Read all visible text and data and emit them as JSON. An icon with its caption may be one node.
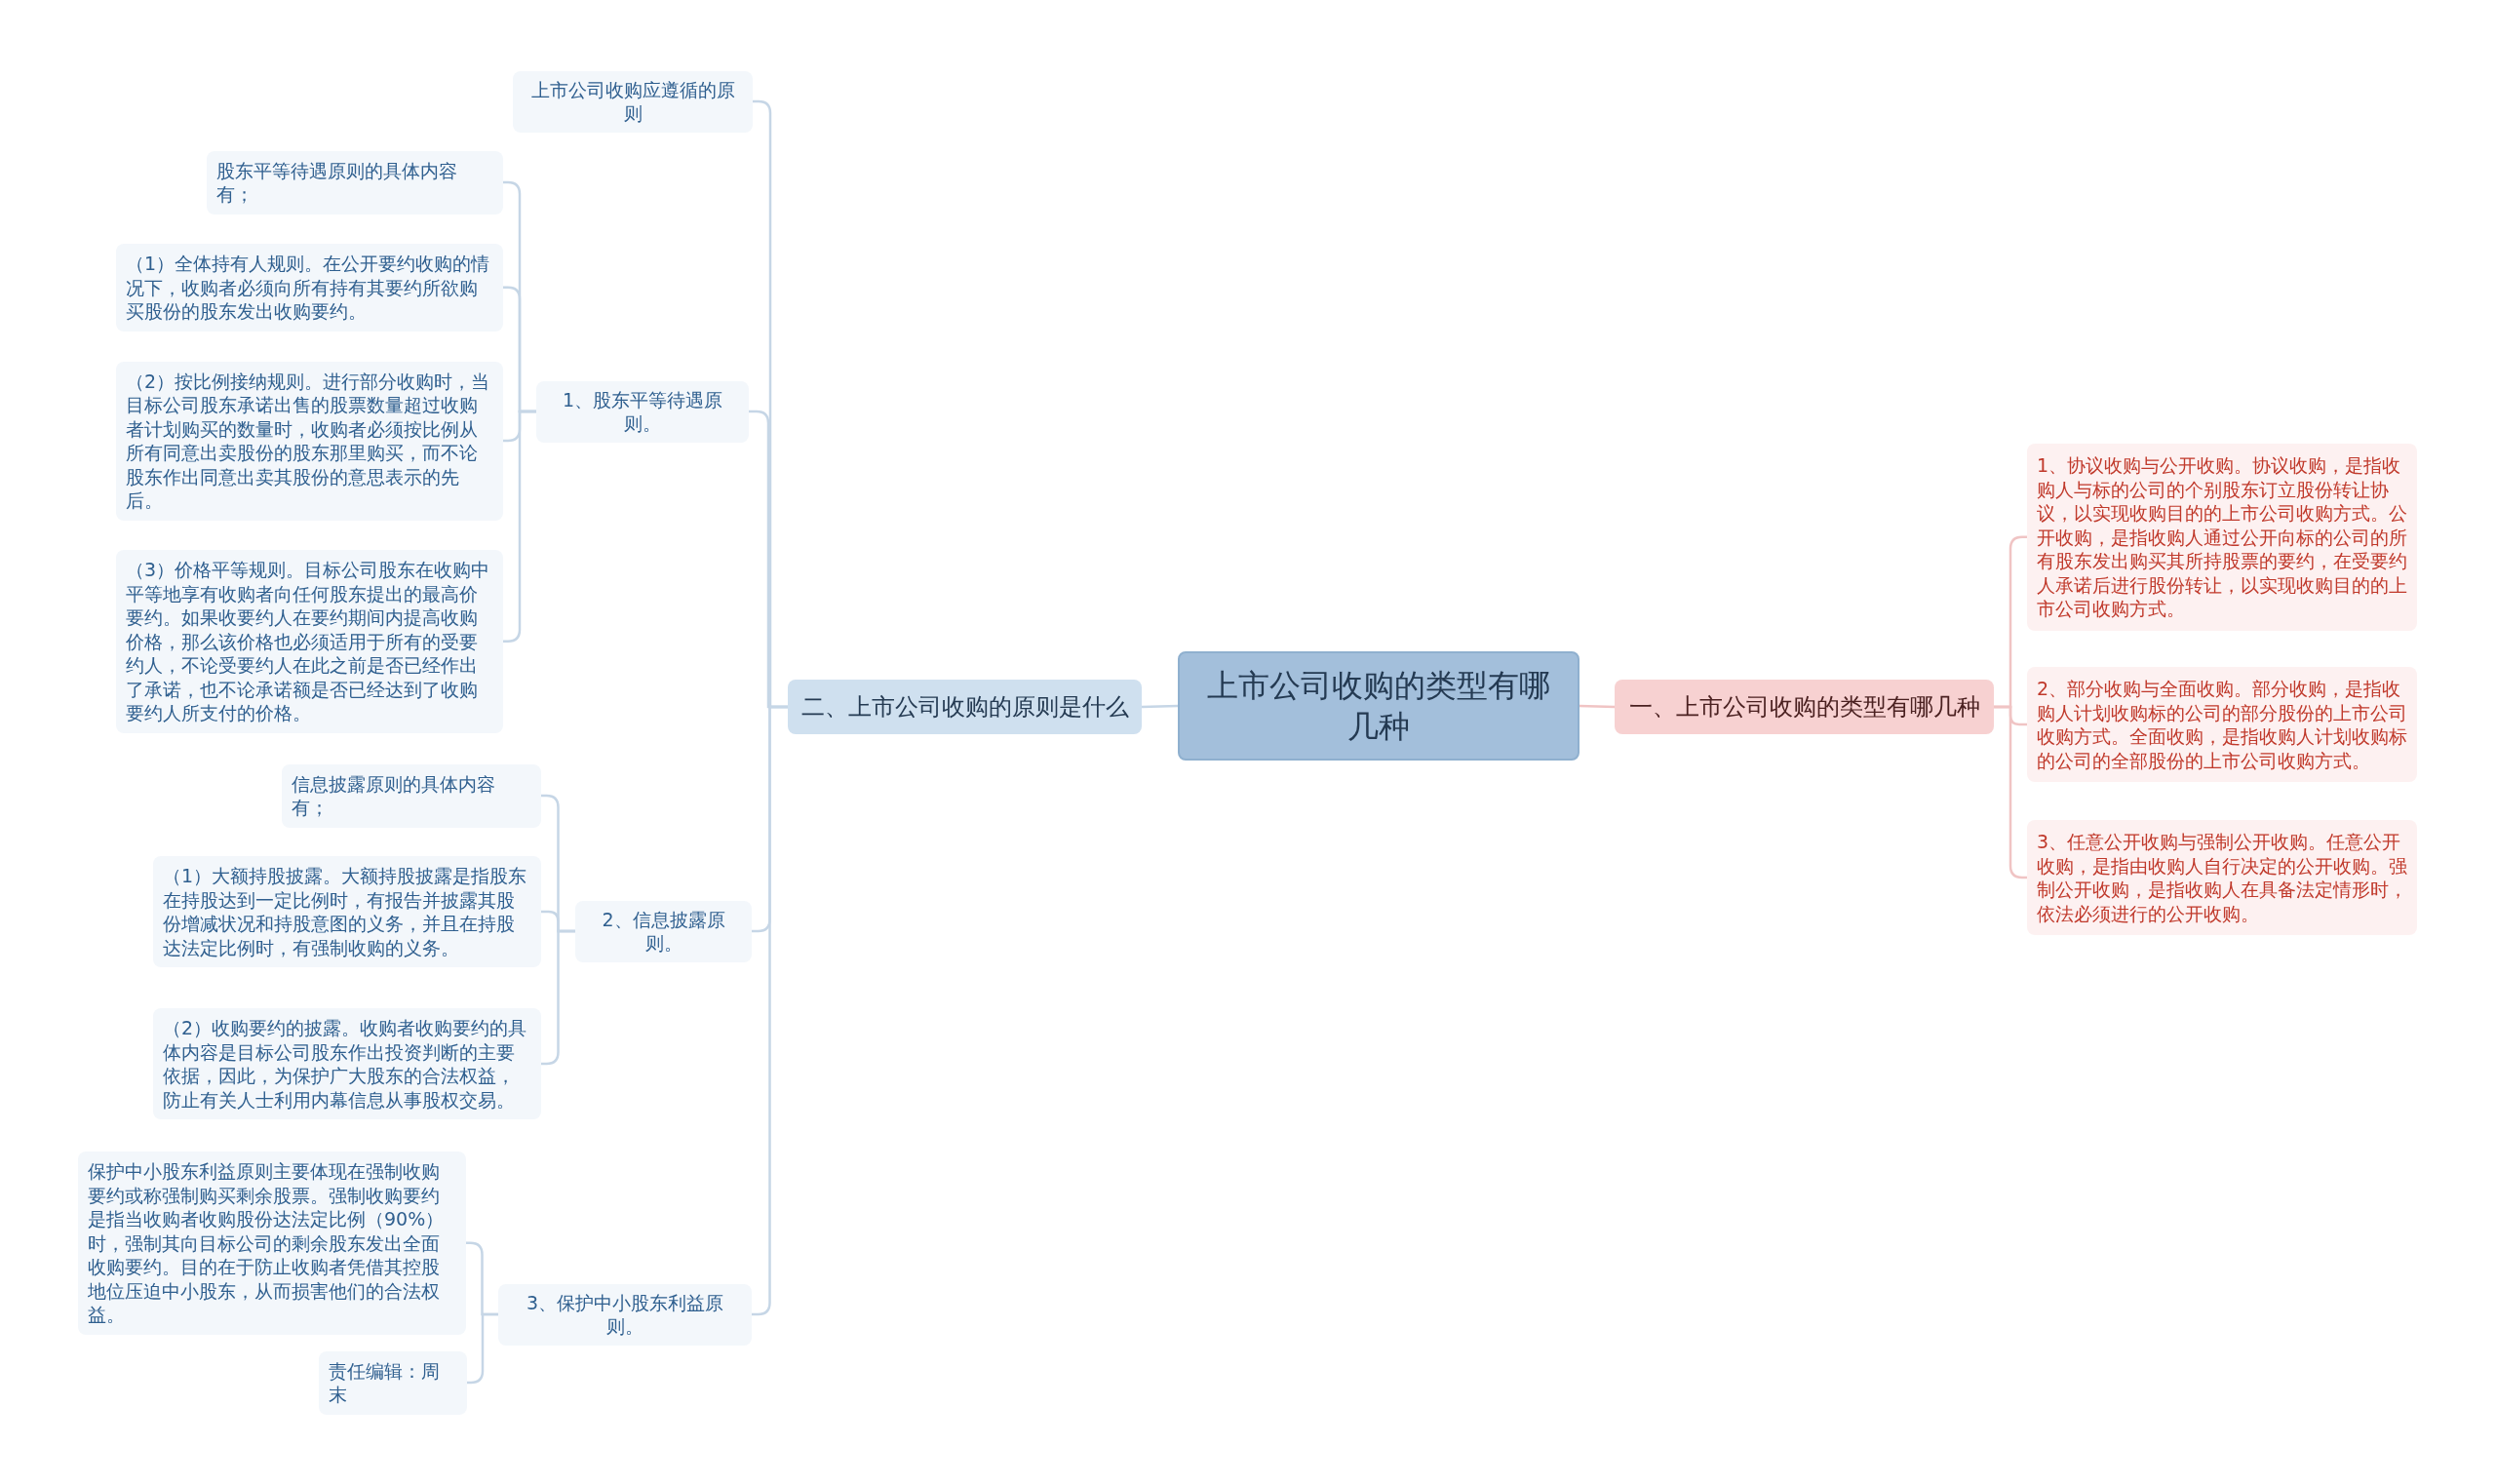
{
  "diagram": {
    "nodes": [
      {
        "text": [
          "上市公司收购的类型有哪几种"
        ]
      },
      {
        "text": [
          "一、上市公司收购的类型有哪几种"
        ]
      },
      {
        "text": [
          "1、协议收购与公开收购。协议收购，是指收购人与标的公司的个别股东订立股份转让协议，以实现收购目的的上市公司收购方式。公开收购，是指收购人通过公开向标的公司的所有股东发出购买其所持股票的要约，在受要约人承诺后进行股份转让，以实现收购目的的上市公司收购方式。"
        ]
      },
      {
        "text": [
          "2、部分收购与全面收购。部分收购，是指收购人计划收购标的公司的部分股份的上市公司收购方式。全面收购，是指收购人计划收购标的公司的全部股份的上市公司收购方式。"
        ]
      },
      {
        "text": [
          "3、任意公开收购与强制公开收购。任意公开收购，是指由收购人自行决定的公开收购。强制公开收购，是指收购人在具备法定情形时，依法必须进行的公开收购。"
        ]
      },
      {
        "text": [
          "二、上市公司收购的原则是什么"
        ]
      },
      {
        "text": [
          "上市公司收购应遵循的原则"
        ]
      },
      {
        "text": [
          "1、股东平等待遇原则。"
        ]
      },
      {
        "text": [
          "股东平等待遇原则的具体内容有；"
        ]
      },
      {
        "text": [
          "（1）全体持有人规则。在公开要约收购的情况下，收购者必须向所有持有其要约所欲购买股份的股东发出收购要约。"
        ]
      },
      {
        "text": [
          "（2）按比例接纳规则。进行部分收购时，当目标公司股东承诺出售的股票数量超过收购者计划购买的数量时，收购者必须按比例从所有同意出卖股份的股东那里购买，而不论股东作出同意出卖其股份的意思表示的先后。"
        ]
      },
      {
        "text": [
          "（3）价格平等规则。目标公司股东在收购中平等地享有收购者向任何股东提出的最高价要约。如果收要约人在要约期间内提高收购价格，那么该价格也必须适用于所有的受要约人，不论受要约人在此之前是否已经作出了承诺，也不论承诺额是否已经达到了收购要约人所支付的价格。"
        ]
      },
      {
        "text": [
          "2、信息披露原则。"
        ]
      },
      {
        "text": [
          "信息披露原则的具体内容有；"
        ]
      },
      {
        "text": [
          "（1）大额持股披露。大额持股披露是指股东在持股达到一定比例时，有报告并披露其股份增减状况和持股意图的义务，并且在持股达法定比例时，有强制收购的义务。"
        ]
      },
      {
        "text": [
          "（2）收购要约的披露。收购者收购要约的具体内容是目标公司股东作出投资判断的主要依据，因此，为保护广大股东的合法权益，防止有关人士利用内幕信息从事股权交易。"
        ]
      },
      {
        "text": [
          "3、保护中小股东利益原则。"
        ]
      },
      {
        "text": [
          "保护中小股东利益原则主要体现在强制收购要约或称强制购买剩余股票。强制收购要约是指当收购者收购股份达法定比例（90%）时，强制其向目标公司的剩余股东发出全面收购要约。目的在于防止收购者凭借其控股地位压迫中小股东，从而损害他们的合法权益。"
        ]
      },
      {
        "text": [
          "责任编辑：周末"
        ]
      }
    ],
    "edges": [
      {
        "from": 0,
        "to": 1,
        "arrow": "none",
        "color": "#f0c4c4"
      },
      {
        "from": 1,
        "to": 2,
        "arrow": "none",
        "color": "#f0c4c4"
      },
      {
        "from": 1,
        "to": 3,
        "arrow": "none",
        "color": "#f0c4c4"
      },
      {
        "from": 1,
        "to": 4,
        "arrow": "none",
        "color": "#f0c4c4"
      },
      {
        "from": 0,
        "to": 5,
        "arrow": "none"
      },
      {
        "from": 5,
        "to": 6,
        "arrow": "none"
      },
      {
        "from": 5,
        "to": 7,
        "arrow": "none"
      },
      {
        "from": 5,
        "to": 12,
        "arrow": "none"
      },
      {
        "from": 5,
        "to": 16,
        "arrow": "none"
      },
      {
        "from": 7,
        "to": 8,
        "arrow": "none"
      },
      {
        "from": 7,
        "to": 9,
        "arrow": "none"
      },
      {
        "from": 7,
        "to": 10,
        "arrow": "none"
      },
      {
        "from": 7,
        "to": 11,
        "arrow": "none"
      },
      {
        "from": 12,
        "to": 13,
        "arrow": "none"
      },
      {
        "from": 12,
        "to": 14,
        "arrow": "none"
      },
      {
        "from": 12,
        "to": 15,
        "arrow": "none"
      },
      {
        "from": 16,
        "to": 17,
        "arrow": "none"
      },
      {
        "from": 16,
        "to": 18,
        "arrow": "none"
      }
    ]
  }
}
